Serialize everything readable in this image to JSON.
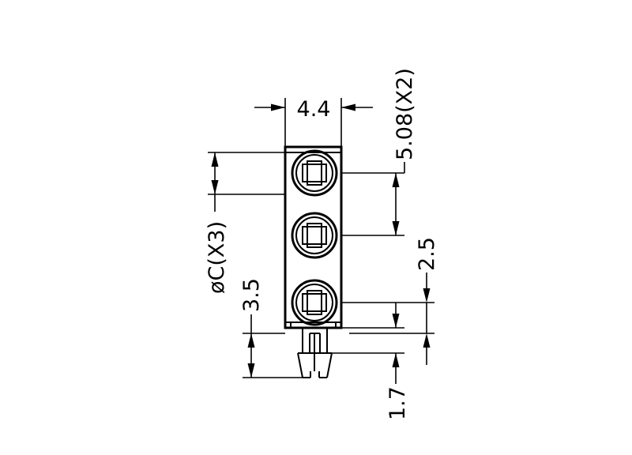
{
  "drawing": {
    "type": "led-holder-3-position",
    "dimensions": {
      "width": "4.4",
      "pitch": "5.08(X2)",
      "diameter": "øC(X3)",
      "offset": "3.5",
      "spacing": "2.5",
      "pin_length": "1.7"
    },
    "colors": {
      "line": "#000000",
      "background": "#ffffff"
    }
  }
}
